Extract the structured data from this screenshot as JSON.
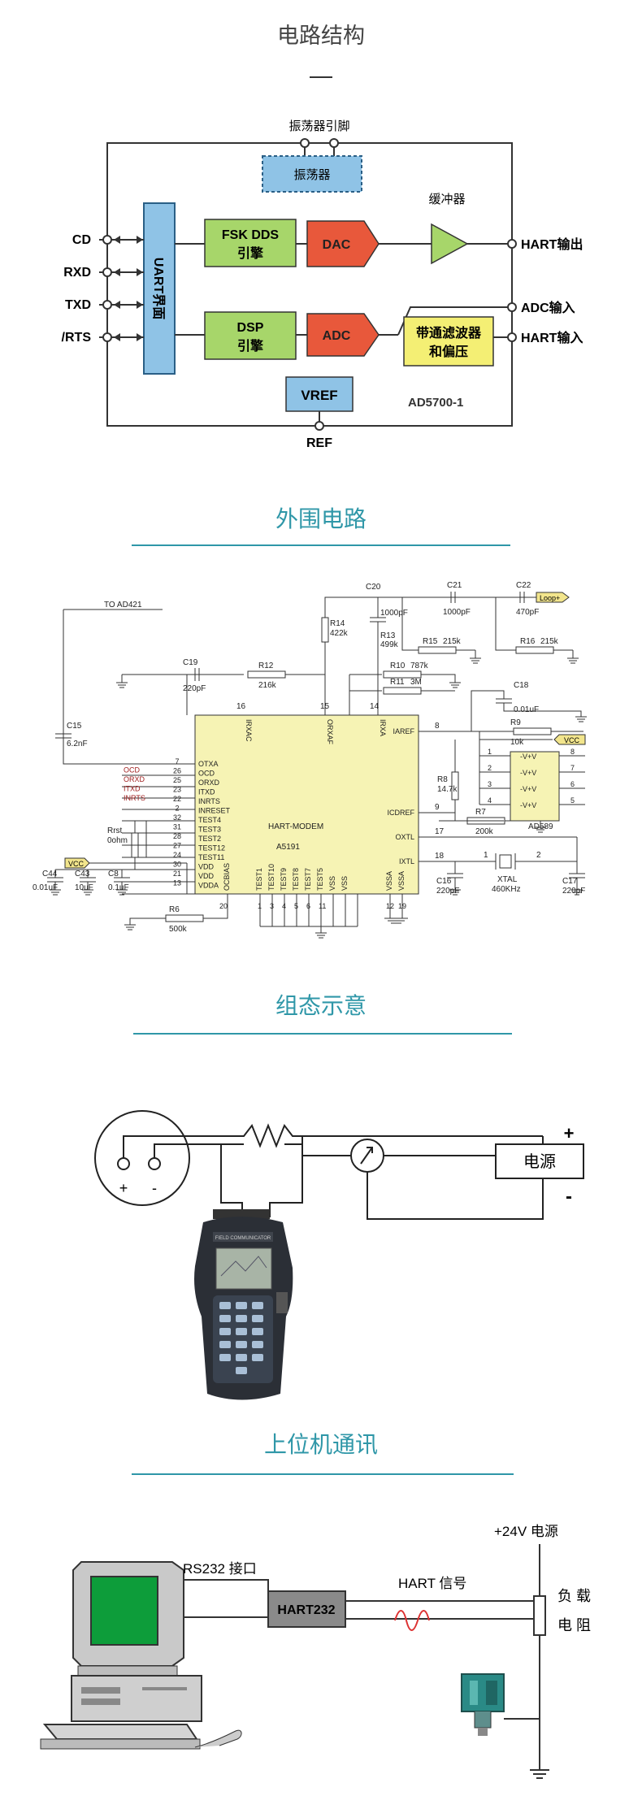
{
  "sections": [
    {
      "title": "电路结构"
    },
    {
      "title": "外围电路"
    },
    {
      "title": "组态示意"
    },
    {
      "title": "上位机通讯"
    }
  ],
  "block_diagram": {
    "osc_pin": "振荡器引脚",
    "osc": "振荡器",
    "buffer": "缓冲器",
    "uart": "UART界面",
    "fsk_line1": "FSK DDS",
    "fsk_line2": "引擎",
    "dac": "DAC",
    "dsp_line1": "DSP",
    "dsp_line2": "引擎",
    "adc": "ADC",
    "bpf_line1": "带通滤波器",
    "bpf_line2": "和偏压",
    "vref": "VREF",
    "part": "AD5700-1",
    "ref": "REF",
    "pins_left": [
      "CD",
      "RXD",
      "TXD",
      "/RTS"
    ],
    "hart_out": "HART输出",
    "adc_in": "ADC输入",
    "hart_in": "HART输入"
  },
  "schematic": {
    "to_ad421": "TO AD421",
    "chip_name": "HART-MODEM",
    "chip_part": "A5191",
    "loop_tag": "Loop+",
    "vcc1": "VCC",
    "vcc2": "VCC",
    "ad589": "AD589",
    "xtal_line1": "XTAL",
    "xtal_line2": "460KHz",
    "left_pins": [
      {
        "num": "7",
        "name": "OTXA"
      },
      {
        "num": "26",
        "name": "OCD",
        "sig": "OCD"
      },
      {
        "num": "25",
        "name": "ORXD",
        "sig": "ORXD"
      },
      {
        "num": "23",
        "name": "ITXD",
        "sig": "ITXD"
      },
      {
        "num": "22",
        "name": "INRTS",
        "sig": "INRTS"
      },
      {
        "num": "2",
        "name": "INRESET"
      },
      {
        "num": "32",
        "name": "TEST4"
      },
      {
        "num": "31",
        "name": "TEST3"
      },
      {
        "num": "28",
        "name": "TEST2"
      },
      {
        "num": "27",
        "name": "TEST12"
      },
      {
        "num": "24",
        "name": "TEST11"
      },
      {
        "num": "30",
        "name": "VDD"
      },
      {
        "num": "21",
        "name": "VDD"
      },
      {
        "num": "13",
        "name": "VDDA"
      }
    ],
    "right_pins": [
      {
        "num": "8",
        "name": "IAREF"
      },
      {
        "num": "9",
        "name": "ICDREF"
      },
      {
        "num": "17",
        "name": "OXTL"
      },
      {
        "num": "18",
        "name": "IXTL"
      }
    ],
    "top_pins": [
      {
        "num": "16",
        "name": "IRXAC"
      },
      {
        "num": "15",
        "name": "ORXAF"
      },
      {
        "num": "14",
        "name": "IRXA"
      }
    ],
    "bottom_pins": [
      "OCBIAS",
      "TEST1",
      "TEST10",
      "TEST9",
      "TEST8",
      "TEST7",
      "TEST5",
      "VSS",
      "VSS",
      "VSSA",
      "VSSA"
    ],
    "bottom_nums": [
      "20",
      "1",
      "3",
      "4",
      "5",
      "6",
      "11",
      "12",
      "19"
    ],
    "parts": {
      "c15": "C15",
      "c15v": "6.2nF",
      "c19": "C19",
      "c19v": "220pF",
      "r12": "R12",
      "r12v": "216k",
      "r14": "R14",
      "r14v": "422k",
      "c20": "C20",
      "c20v": "1000pF",
      "r13": "R13",
      "r13v": "499k",
      "c21": "C21",
      "c21v": "1000pF",
      "r15": "R15",
      "r15v": "215k",
      "c22": "C22",
      "c22v": "470pF",
      "r16": "R16",
      "r16v": "215k",
      "r10": "R10",
      "r10v": "787k",
      "r11": "R11",
      "r11v": "3M",
      "c18": "C18",
      "c18v": "0.01uF",
      "r9": "R9",
      "r9v": "10k",
      "r8": "R8",
      "r8v": "14.7k",
      "r7": "R7",
      "r7v": "200k",
      "c16": "C16",
      "c16v": "220pF",
      "c17": "C17",
      "c17v": "220pF",
      "rrst": "Rrst",
      "rrstv": "0ohm",
      "c44": "C44",
      "c44v": "0.01uF",
      "c43": "C43",
      "c43v": "10uF",
      "c8": "C8",
      "c8v": "0.1uF",
      "r6": "R6",
      "r6v": "500k",
      "ad589_pins_l": [
        "1",
        "2",
        "3",
        "4"
      ],
      "ad589_pins_r": [
        "8",
        "7",
        "6",
        "5"
      ],
      "ad589_rows": [
        "-V+V",
        "-V+V",
        "-V+V",
        "-V+V"
      ],
      "xtal_pin1": "1",
      "xtal_pin2": "2",
      "num_16": "16",
      "num_15": "15",
      "num_14": "14",
      "num_8": "8",
      "num_9": "9",
      "num_17": "17",
      "num_18": "18"
    }
  },
  "config": {
    "power_label": "电源",
    "plus": "+",
    "minus": "-",
    "transmitter_plus": "+",
    "transmitter_minus": "-",
    "communicator_screen": "FIELD COMMUNICATOR"
  },
  "host": {
    "rs232": "RS232 接口",
    "hart232": "HART232",
    "hart_signal": "HART 信号",
    "supply": "+24V 电源",
    "load_line1": "负 载",
    "load_line2": "电 阻"
  },
  "colors": {
    "teal": "#2f97a8",
    "block_blue": "#8fc3e6",
    "block_green": "#a7d66a",
    "block_red": "#e8583b",
    "block_yellow": "#f4ef74",
    "chip_fill": "#f6f3b4",
    "vcc_fill": "#f2e58c"
  }
}
